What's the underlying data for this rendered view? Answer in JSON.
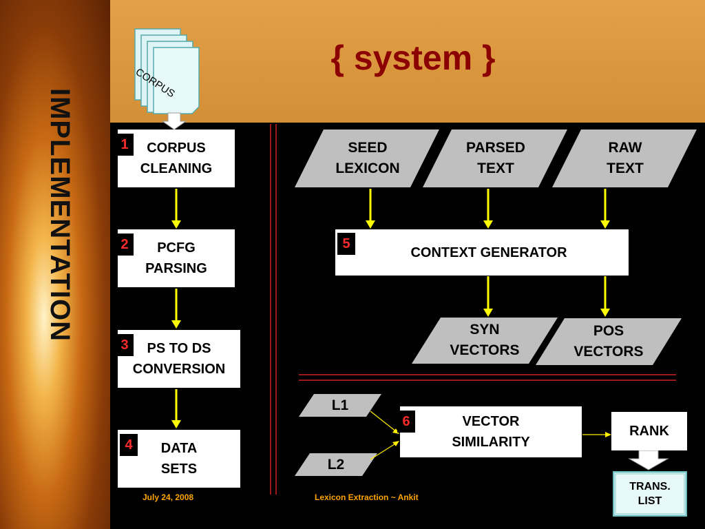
{
  "slide": {
    "title": "{ system }",
    "side_title": "IMPLEMENTATION",
    "footer_date": "July 24, 2008",
    "footer_caption": "Lexicon Extraction ~ Ankit"
  },
  "diagram": {
    "corpus_doc": "CORPUS",
    "steps": [
      {
        "num": "1",
        "label": "CORPUS\nCLEANING"
      },
      {
        "num": "2",
        "label": "PCFG\nPARSING"
      },
      {
        "num": "3",
        "label": "PS TO DS\nCONVERSION"
      },
      {
        "num": "4",
        "label": "DATA\nSETS"
      },
      {
        "num": "5",
        "label": "CONTEXT GENERATOR"
      },
      {
        "num": "6",
        "label": "VECTOR\nSIMILARITY"
      }
    ],
    "inputs": [
      "SEED\nLEXICON",
      "PARSED\nTEXT",
      "RAW\nTEXT"
    ],
    "vectors": [
      "SYN\nVECTORS",
      "POS\nVECTORS"
    ],
    "lists": [
      "L1",
      "L2"
    ],
    "rank": "RANK",
    "trans_list": "TRANS.\nLIST"
  }
}
